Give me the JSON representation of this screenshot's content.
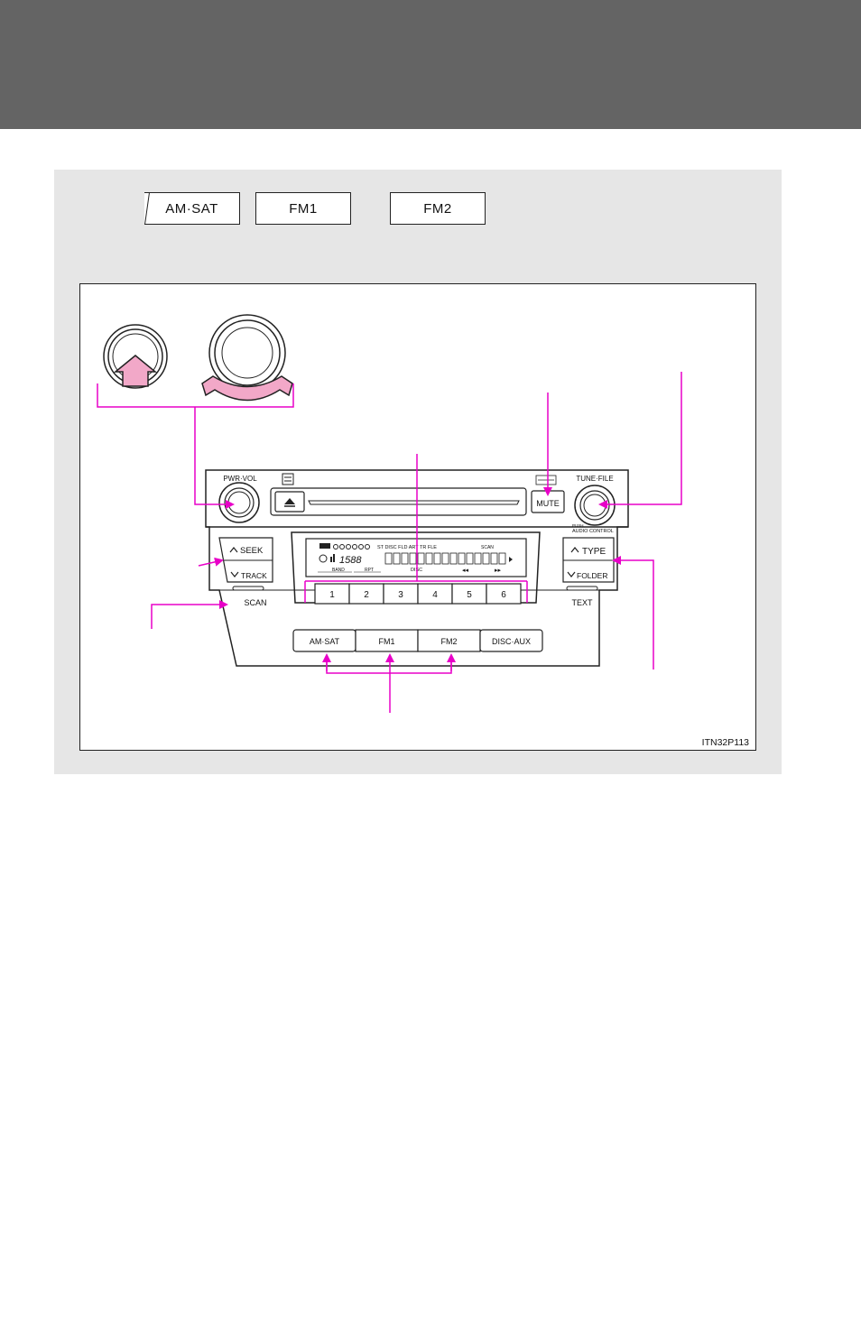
{
  "keys": {
    "am_sat": "AM·SAT",
    "fm1": "FM1",
    "fm2": "FM2"
  },
  "unit": {
    "pwr_vol": "PWR·VOL",
    "tune_file": "TUNE·FILE",
    "push": "PUSH",
    "audio_control": "AUDIO CONTROL",
    "mute": "MUTE",
    "seek": "SEEK",
    "track": "TRACK",
    "scan": "SCAN",
    "type": "TYPE",
    "folder": "FOLDER",
    "text": "TEXT",
    "presets": [
      "1",
      "2",
      "3",
      "4",
      "5",
      "6"
    ],
    "band_buttons": [
      "AM·SAT",
      "FM1",
      "FM2",
      "DISC·AUX"
    ],
    "display": {
      "row1": "ST  DISC    FLD ART  TR   FLE",
      "scan": "SCAN",
      "band": "BAND",
      "rpt": "RPT",
      "disc": "DISC",
      "rew": "◂◂",
      "ff": "▸▸",
      "digits": "1588"
    }
  },
  "figure_id": "ITN32P113",
  "colors": {
    "accent": "#e800c8",
    "header": "#646464",
    "panel": "#e6e6e6"
  }
}
